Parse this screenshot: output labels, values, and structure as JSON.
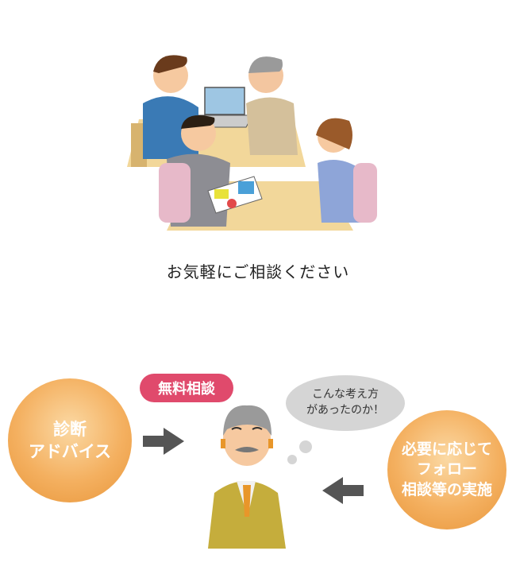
{
  "caption": "お気軽にご相談ください",
  "badge": "無料相談",
  "left_circle": {
    "line1": "診断",
    "line2": "アドバイス"
  },
  "right_circle": {
    "line1": "必要に応じて",
    "line2": "フォロー",
    "line3": "相談等の実施"
  },
  "thought": {
    "line1": "こんな考え方",
    "line2": "があったのか！"
  }
}
